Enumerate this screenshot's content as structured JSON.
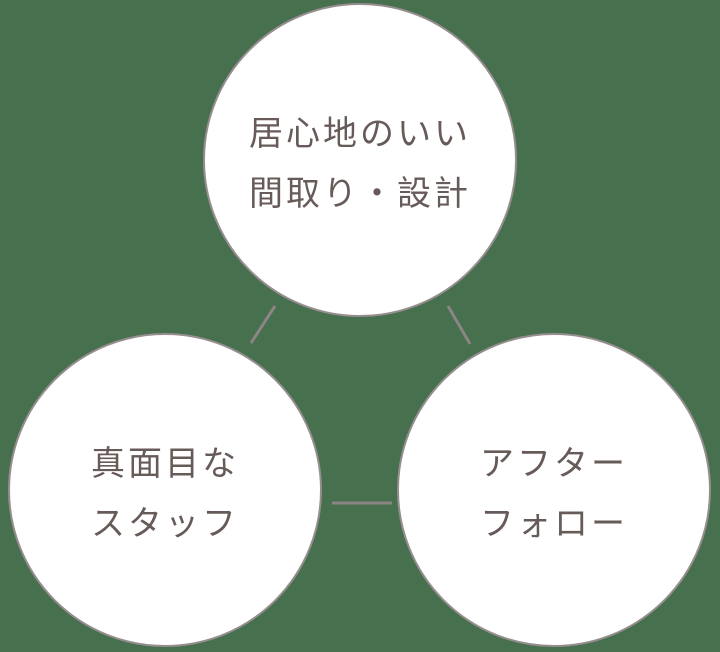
{
  "colors": {
    "background": "#47704E",
    "circle_fill": "#FFFFFF",
    "circle_border": "#968E8E",
    "connector": "#8B8585",
    "text": "#675B59"
  },
  "circles": [
    {
      "id": "comfortable-layout-design",
      "lines": [
        "居心地のいい",
        "間取り・設計"
      ]
    },
    {
      "id": "sincere-staff",
      "lines": [
        "真面目な",
        "スタッフ"
      ]
    },
    {
      "id": "after-follow",
      "lines": [
        "アフター",
        "フォロー"
      ]
    }
  ]
}
